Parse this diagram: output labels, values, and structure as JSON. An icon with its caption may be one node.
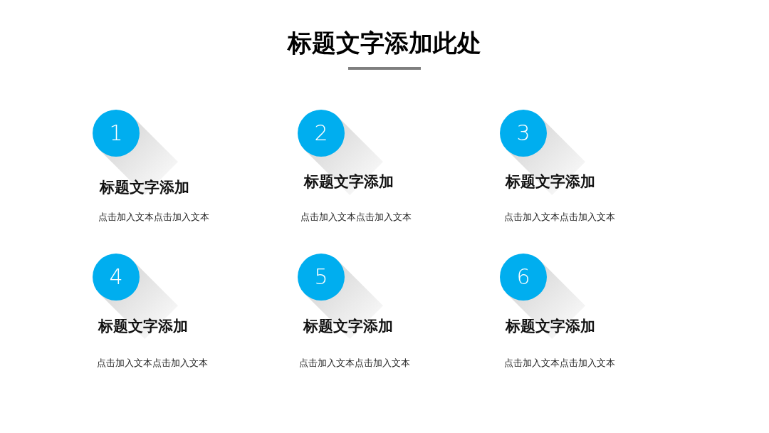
{
  "diagram": {
    "title": "标题文字添加此处",
    "nodes": [
      {
        "text": [
          "1"
        ],
        "beside": [
          "标题文字添加",
          "点击加入文本点击加入文本"
        ]
      },
      {
        "text": [
          "2"
        ],
        "beside": [
          "标题文字添加",
          "点击加入文本点击加入文本"
        ]
      },
      {
        "text": [
          "3"
        ],
        "beside": [
          "标题文字添加",
          "点击加入文本点击加入文本"
        ]
      },
      {
        "text": [
          "4"
        ],
        "beside": [
          "标题文字添加",
          "点击加入文本点击加入文本"
        ]
      },
      {
        "text": [
          "5"
        ],
        "beside": [
          "标题文字添加",
          "点击加入文本点击加入文本"
        ]
      },
      {
        "text": [
          "6"
        ],
        "beside": [
          "标题文字添加",
          "点击加入文本点击加入文本"
        ]
      }
    ]
  }
}
